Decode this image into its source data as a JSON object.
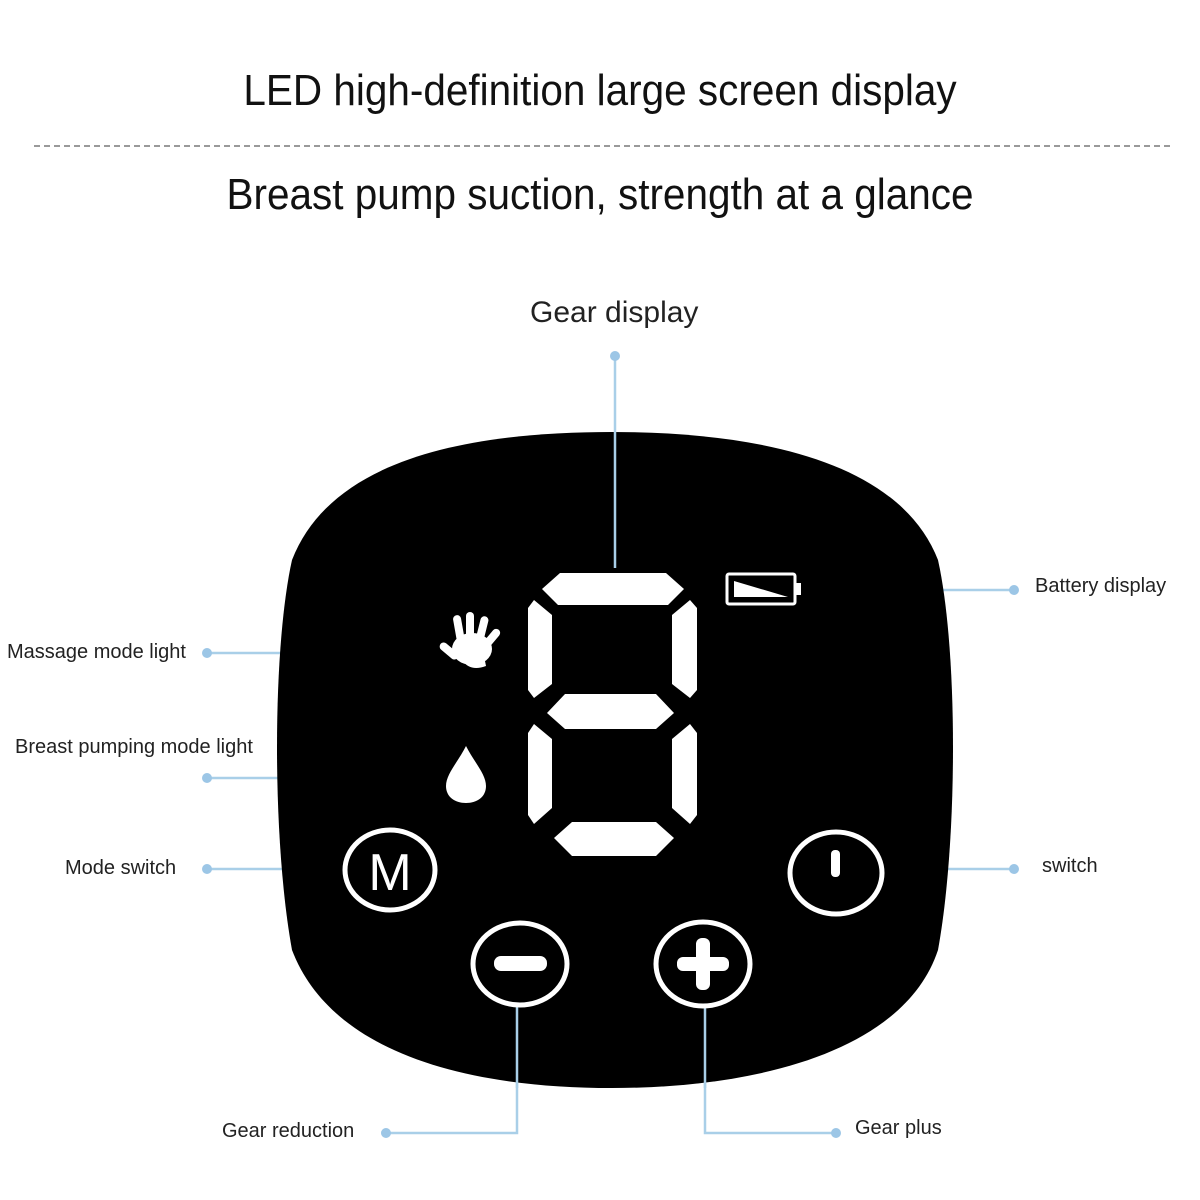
{
  "headline": "LED high-definition large screen display",
  "subheadline": "Breast pump suction, strength at a glance",
  "callouts": {
    "gear_display": "Gear display",
    "massage_mode_light": "Massage mode light",
    "breast_pumping_mode_light": "Breast pumping mode light",
    "mode_switch": "Mode switch",
    "battery_display": "Battery display",
    "switch": "switch",
    "gear_reduction": "Gear reduction",
    "gear_plus": "Gear plus"
  },
  "panel": {
    "mode_button_letter": "M",
    "gear_digit": "8"
  },
  "colors": {
    "panel": "#000000",
    "leader_line": "#a9cfe8",
    "leader_dot": "#9cc6e6",
    "segment": "#ffffff"
  },
  "icons": [
    "hand-icon",
    "droplet-icon",
    "battery-icon",
    "power-icon",
    "minus-icon",
    "plus-icon"
  ]
}
